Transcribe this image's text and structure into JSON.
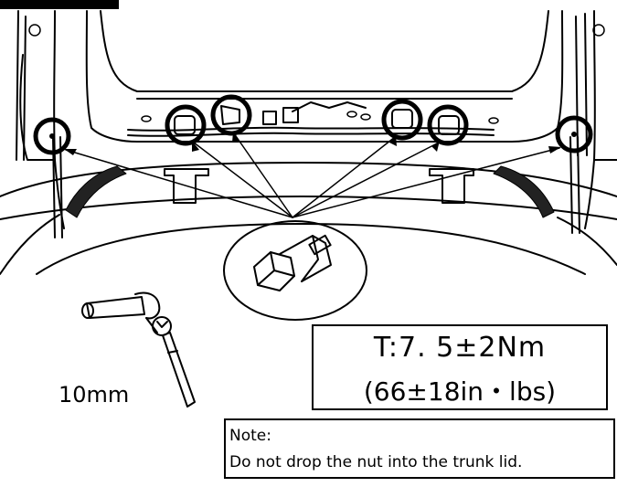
{
  "spec": {
    "torque_line": "T:7. 5±2Nm",
    "imperial_line": "(66±18in・lbs)"
  },
  "note": {
    "title": "Note:",
    "text": "Do not drop the nut into the trunk lid."
  },
  "tool": {
    "size_label": "10mm"
  },
  "colors": {
    "ink": "#000000",
    "background": "#ffffff"
  },
  "icons": [
    "nut-detail-icon",
    "socket-wrench-icon"
  ]
}
